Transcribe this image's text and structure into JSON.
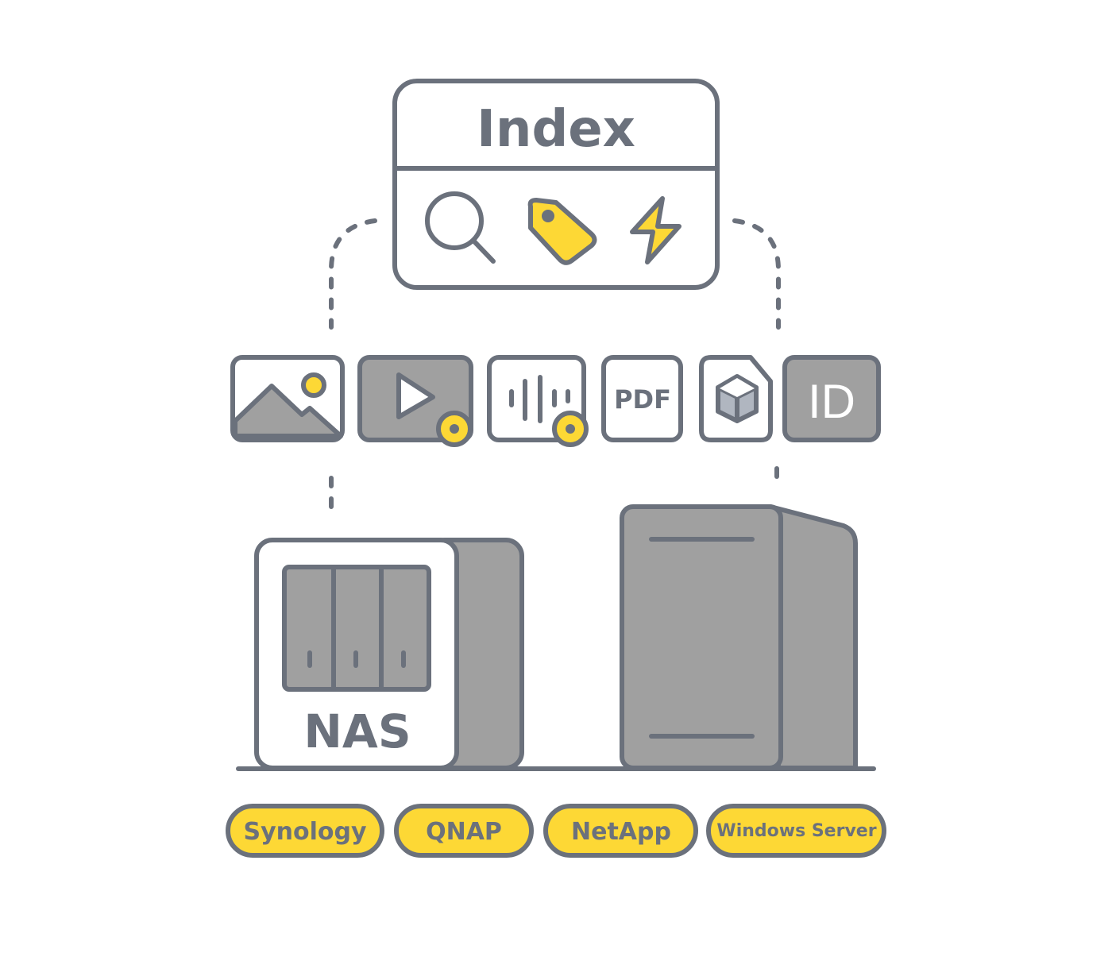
{
  "index_panel": {
    "title": "Index",
    "icons": [
      "search-icon",
      "tag-icon",
      "lightning-icon"
    ]
  },
  "file_types": [
    {
      "icon": "image-icon"
    },
    {
      "icon": "video-icon"
    },
    {
      "icon": "audio-icon"
    },
    {
      "icon": "pdf-icon",
      "label": "PDF"
    },
    {
      "icon": "3d-model-icon"
    },
    {
      "icon": "id-icon",
      "label": "ID"
    }
  ],
  "storage": {
    "nas_label": "NAS",
    "server_icon": "server-tower-icon"
  },
  "platforms": [
    "Synology",
    "QNAP",
    "NetApp",
    "Windows Server"
  ],
  "colors": {
    "stroke": "#6b717c",
    "gray_fill": "#a0a0a0",
    "accent_yellow": "#fdd835",
    "background": "#ffffff"
  }
}
